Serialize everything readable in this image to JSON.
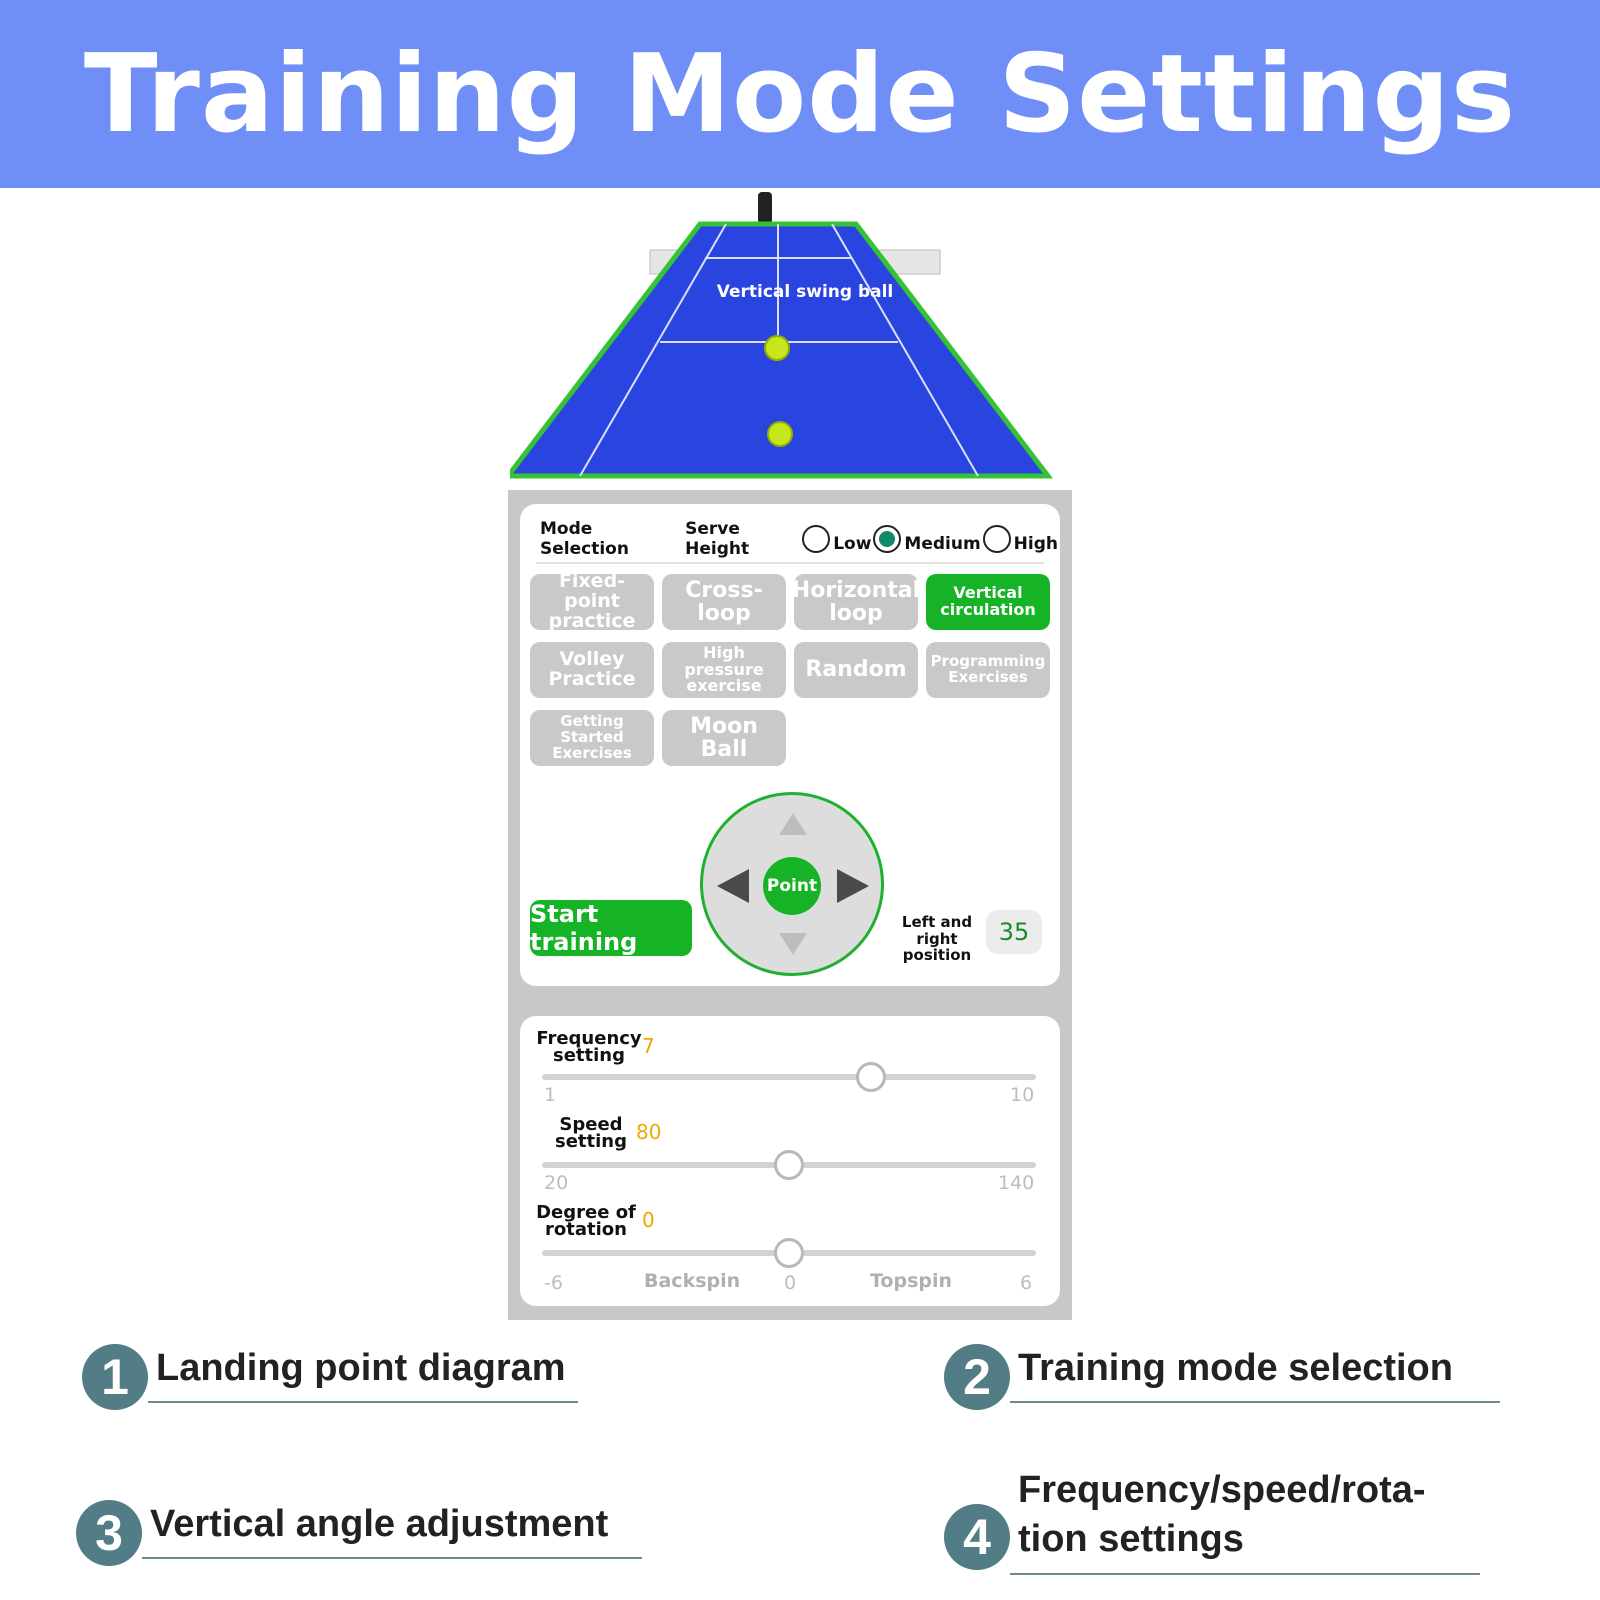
{
  "banner": {
    "title": "Training Mode Settings"
  },
  "court": {
    "label": "Vertical swing ball"
  },
  "mode_panel": {
    "mode_selection": "Mode Selection",
    "serve_height": "Serve Height",
    "heights": [
      {
        "label": "Low",
        "selected": false
      },
      {
        "label": "Medium",
        "selected": true
      },
      {
        "label": "High",
        "selected": false
      }
    ],
    "modes": [
      {
        "label": "Fixed-point practice",
        "active": false
      },
      {
        "label": "Cross-loop",
        "active": false
      },
      {
        "label": "Horizontal loop",
        "active": false
      },
      {
        "label": "Vertical circulation",
        "active": true
      },
      {
        "label": "Volley Practice",
        "active": false
      },
      {
        "label": "High pressure exercise",
        "active": false
      },
      {
        "label": "Random",
        "active": false
      },
      {
        "label": "Programming Exercises",
        "active": false
      },
      {
        "label": "Getting Started Exercises",
        "active": false
      },
      {
        "label": "Moon Ball",
        "active": false
      }
    ],
    "start_button": "Start training",
    "point_button": "Point",
    "lr_label": "Left and right position",
    "lr_value": "35"
  },
  "sliders": {
    "frequency": {
      "label": "Frequency setting",
      "value": 7,
      "min": 1,
      "max": 10
    },
    "speed": {
      "label": "Speed setting",
      "value": 80,
      "min": 20,
      "max": 140
    },
    "rotation": {
      "label": "Degree of rotation",
      "value": 0,
      "min": -6,
      "max": 6,
      "left_caption": "Backspin",
      "right_caption": "Topspin",
      "mid_label": "0"
    }
  },
  "legend": [
    {
      "num": "1",
      "text": "Landing point diagram"
    },
    {
      "num": "2",
      "text": "Training mode selection"
    },
    {
      "num": "3",
      "text": "Vertical angle adjustment"
    },
    {
      "num": "4",
      "text": "Frequency/speed/rota-tion settings"
    }
  ],
  "colors": {
    "banner": "#6f8ff7",
    "court": "#1f3fd8",
    "accent_green": "#17b326",
    "slider_value": "#f0a800"
  }
}
